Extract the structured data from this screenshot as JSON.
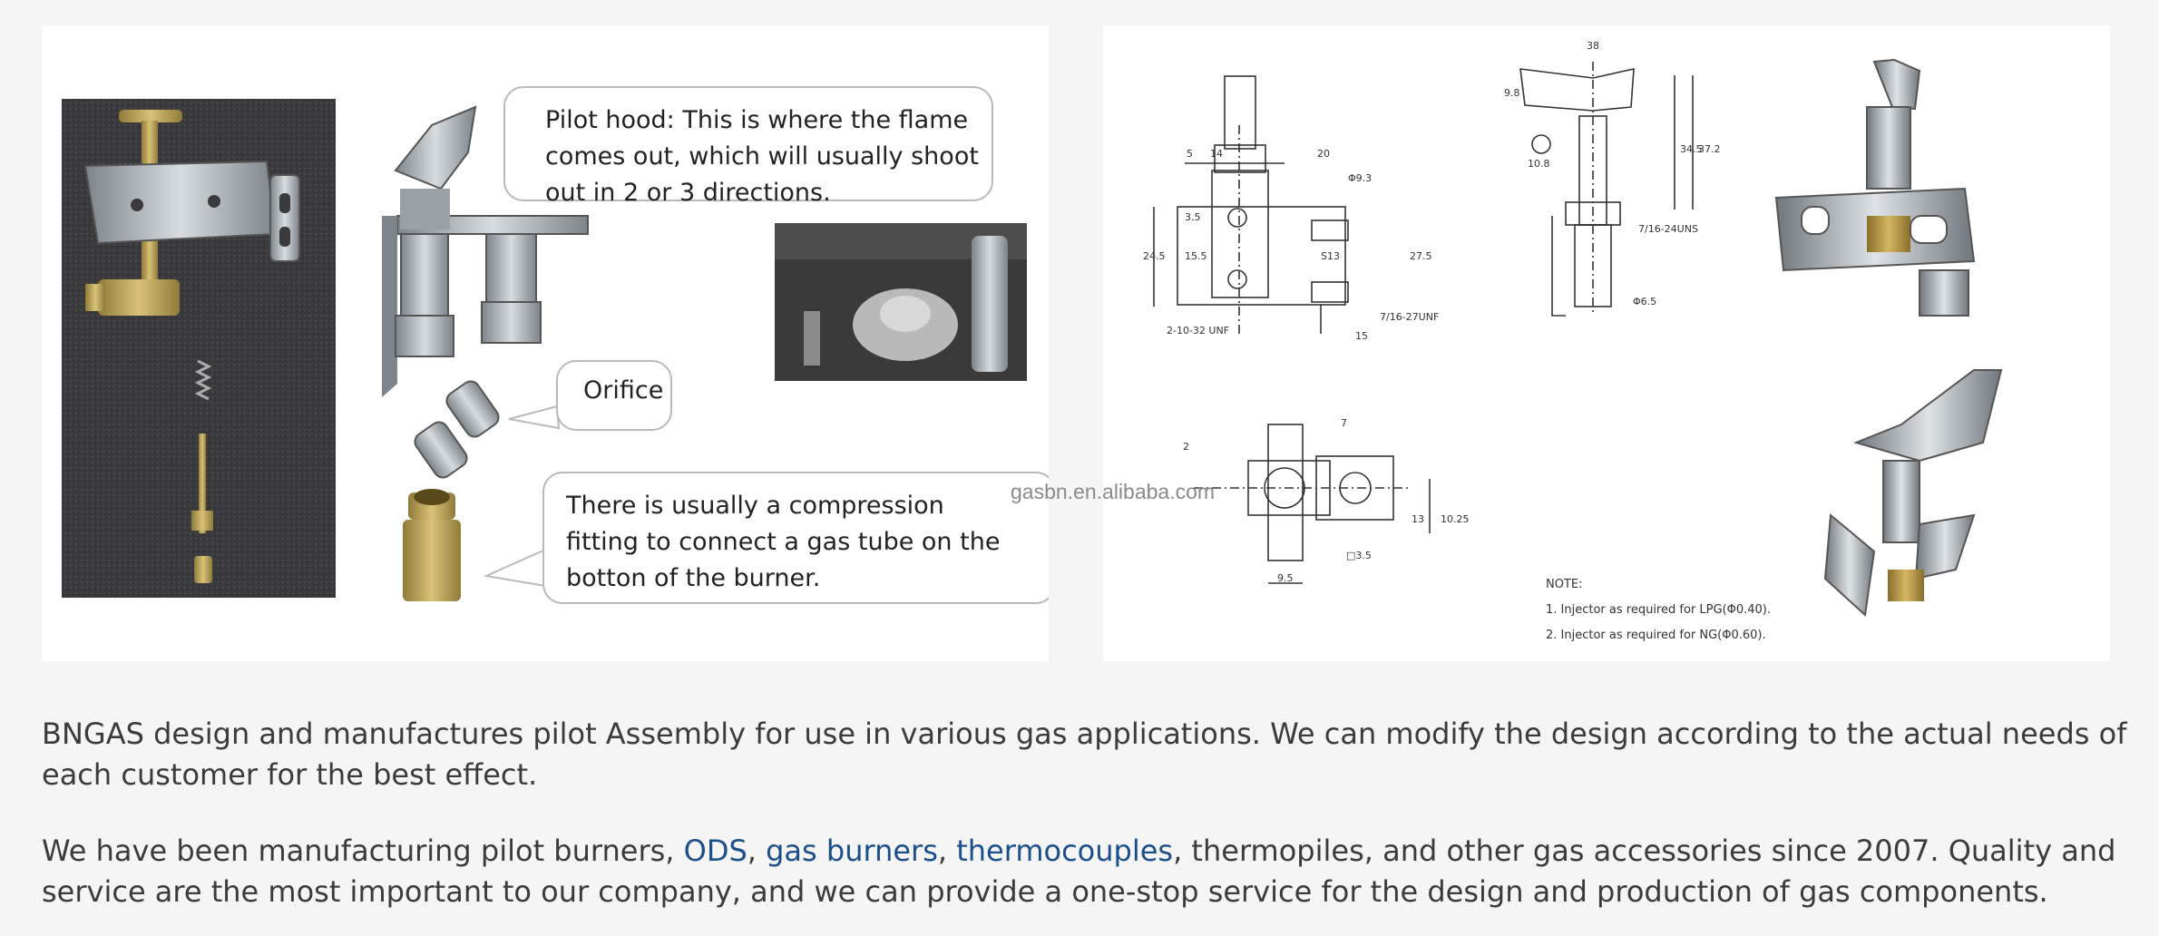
{
  "left_figure": {
    "callouts": {
      "pilot_hood": [
        "Pilot hood: This is where the flame",
        "comes out, which will usually shoot",
        "out in 2 or 3 directions."
      ],
      "orifice": "Orifice",
      "compression": [
        "There is usually a compression",
        "fitting to connect a gas tube on the",
        "botton of the burner."
      ]
    }
  },
  "right_figure": {
    "dims_top_left": [
      "5",
      "14",
      "20",
      "Φ9.3",
      "24.5",
      "15.5",
      "3.5",
      "S13",
      "27.5",
      "7/16-27UNF",
      "15",
      "2-10-32 UNF"
    ],
    "dims_top_mid": [
      "38",
      "9.8",
      "34.5",
      "37.2",
      "7/16-24UNS",
      "Φ6.5",
      "10.8"
    ],
    "dims_bottom_left": [
      "7",
      "2",
      "13",
      "10.25",
      "□3.5",
      "9.5"
    ],
    "notes": [
      "NOTE:",
      "1. Injector as required for LPG(Φ0.40).",
      "2. Injector as required for NG(Φ0.60)."
    ]
  },
  "watermark": "gasbn.en.alibaba.com",
  "paragraph1": "BNGAS design and manufactures pilot Assembly for use in various gas applications. We can modify the design according to the actual needs of each customer for the best effect.",
  "paragraph2": {
    "before": "We have been manufacturing pilot burners, ",
    "link_ods": "ODS",
    "sep1": ", ",
    "link_gas_burners": "gas burners",
    "sep2": ", ",
    "link_thermocouples": "thermocouples",
    "after": ", thermopiles, and other gas accessories since 2007. Quality and service are the most important to our company, and we can provide a one-stop service for the design and production of gas components."
  },
  "colors": {
    "page_bg": "#f5f5f5",
    "link": "#1b4f8c",
    "text": "#3b3b3b"
  }
}
